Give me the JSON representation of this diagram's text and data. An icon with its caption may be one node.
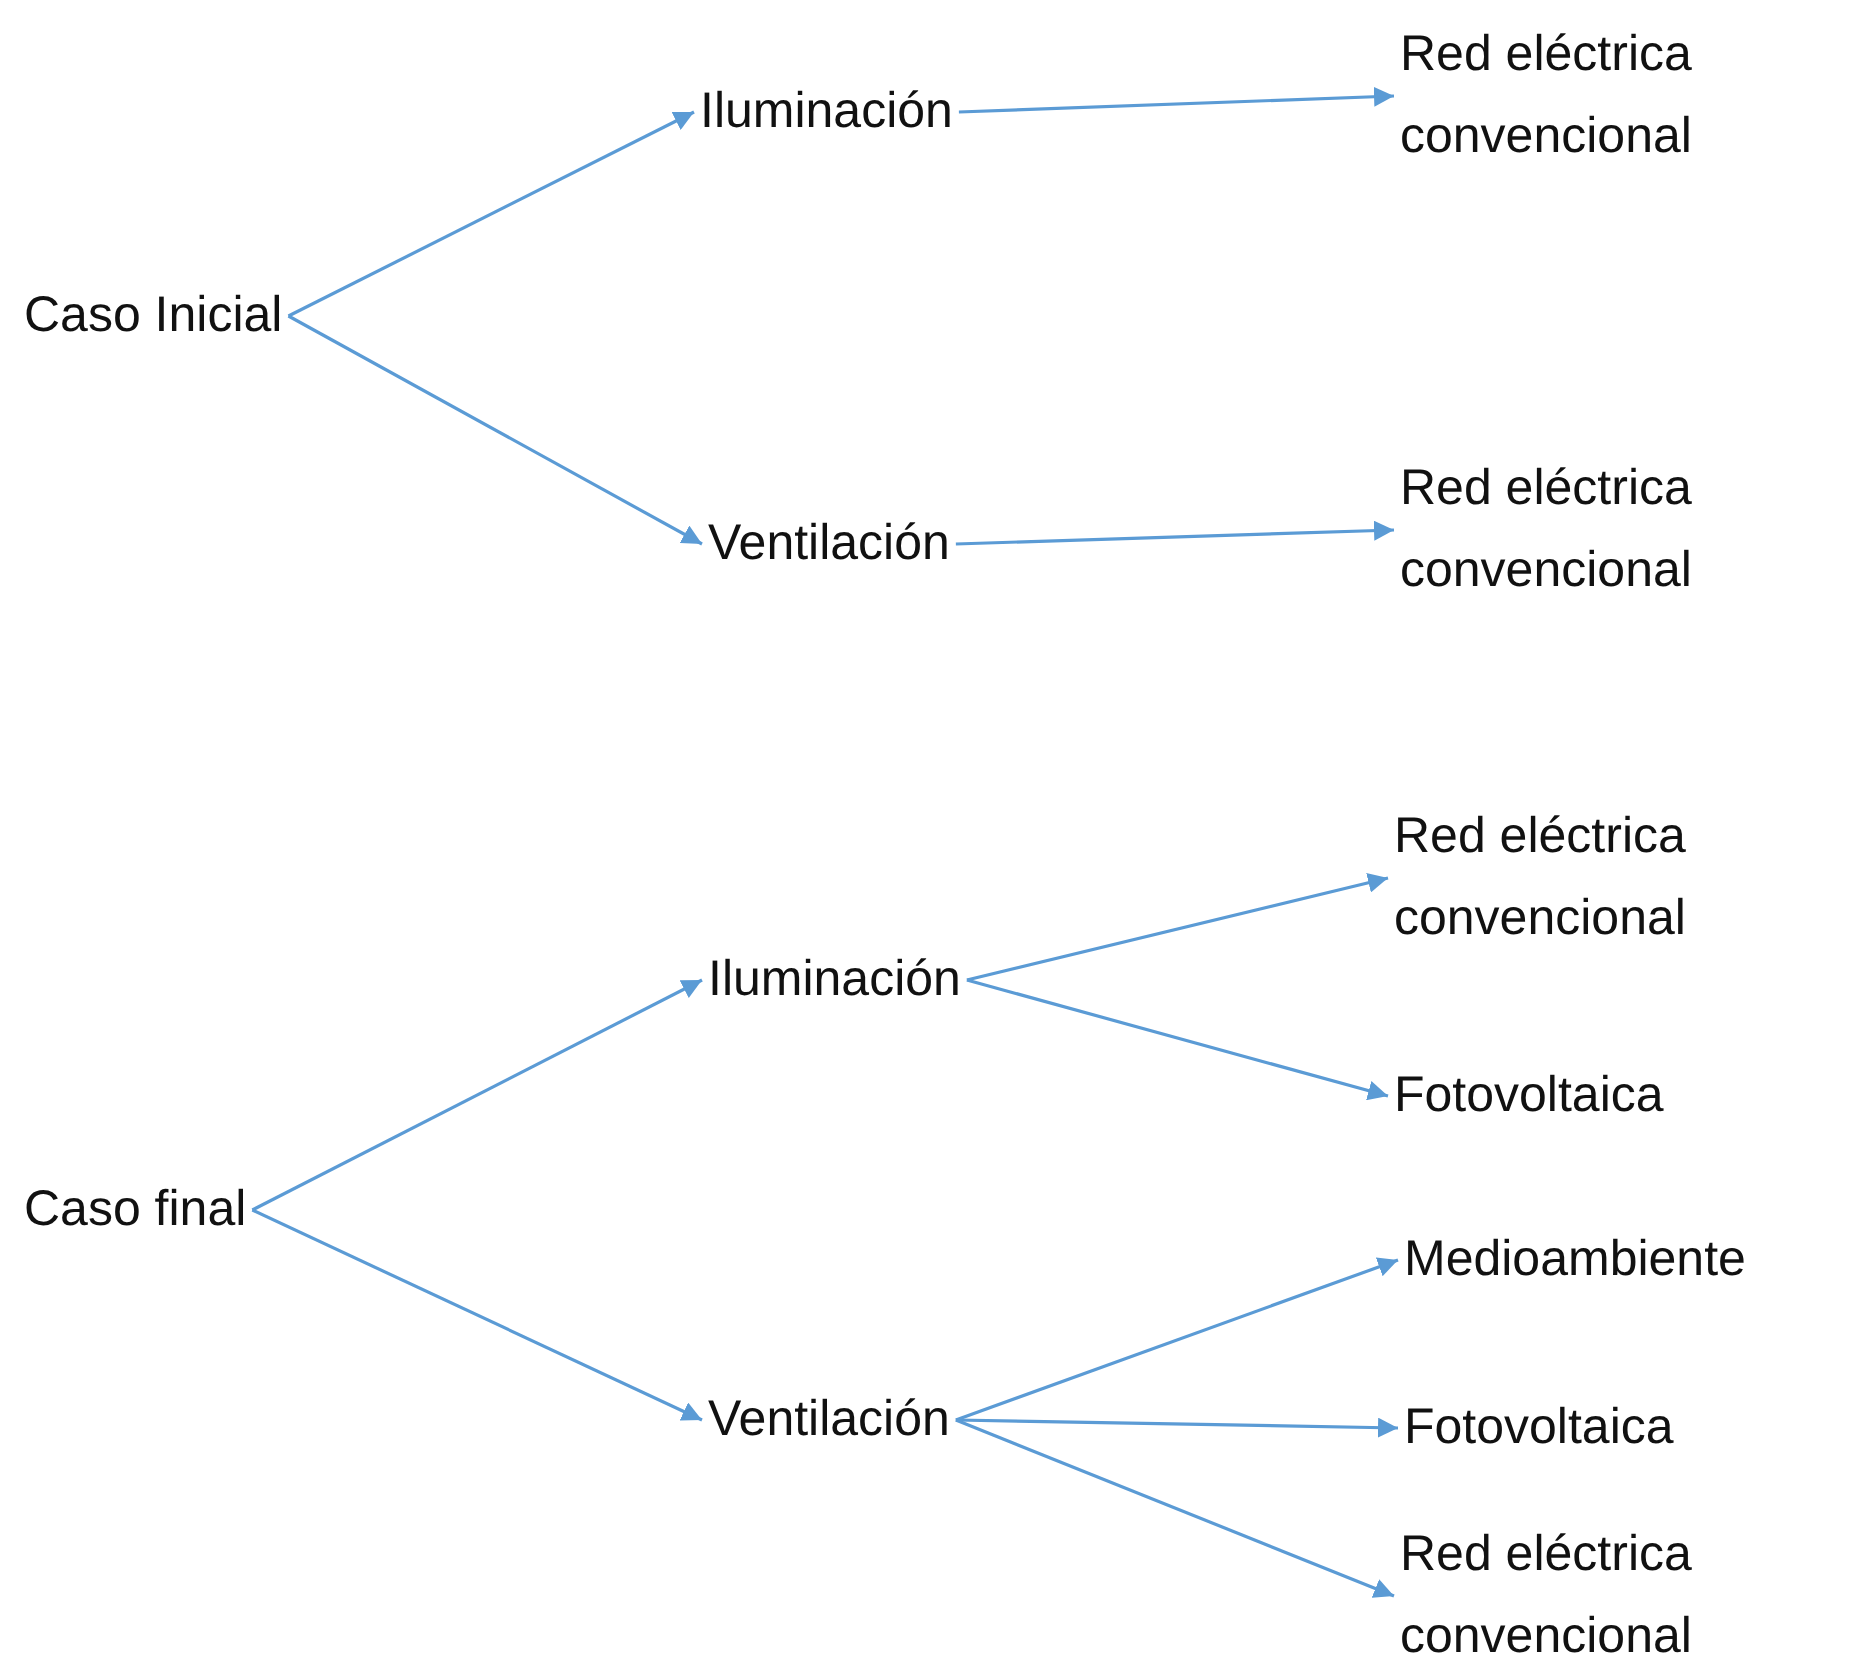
{
  "diagram": {
    "nodes": [
      {
        "text": [
          "Caso Inicial"
        ]
      },
      {
        "text": [
          "Iluminación"
        ]
      },
      {
        "text": [
          "Red eléctrica convencional"
        ]
      },
      {
        "text": [
          "Ventilación"
        ]
      },
      {
        "text": [
          "Red eléctrica convencional"
        ]
      },
      {
        "text": [
          "Caso final"
        ]
      },
      {
        "text": [
          "Iluminación"
        ]
      },
      {
        "text": [
          "Red eléctrica convencional"
        ]
      },
      {
        "text": [
          "Fotovoltaica"
        ]
      },
      {
        "text": [
          "Ventilación"
        ]
      },
      {
        "text": [
          "Medioambiente"
        ]
      },
      {
        "text": [
          "Fotovoltaica"
        ]
      },
      {
        "text": [
          "Red eléctrica convencional"
        ]
      }
    ],
    "edges": [
      {
        "from": 0,
        "to": 1,
        "arrow": "to"
      },
      {
        "from": 0,
        "to": 3,
        "arrow": "to"
      },
      {
        "from": 1,
        "to": 2,
        "arrow": "to"
      },
      {
        "from": 3,
        "to": 4,
        "arrow": "to"
      },
      {
        "from": 5,
        "to": 6,
        "arrow": "to"
      },
      {
        "from": 5,
        "to": 9,
        "arrow": "to"
      },
      {
        "from": 6,
        "to": 7,
        "arrow": "to"
      },
      {
        "from": 6,
        "to": 8,
        "arrow": "to"
      },
      {
        "from": 9,
        "to": 10,
        "arrow": "to"
      },
      {
        "from": 9,
        "to": 11,
        "arrow": "to"
      },
      {
        "from": 9,
        "to": 12,
        "arrow": "to"
      }
    ]
  }
}
